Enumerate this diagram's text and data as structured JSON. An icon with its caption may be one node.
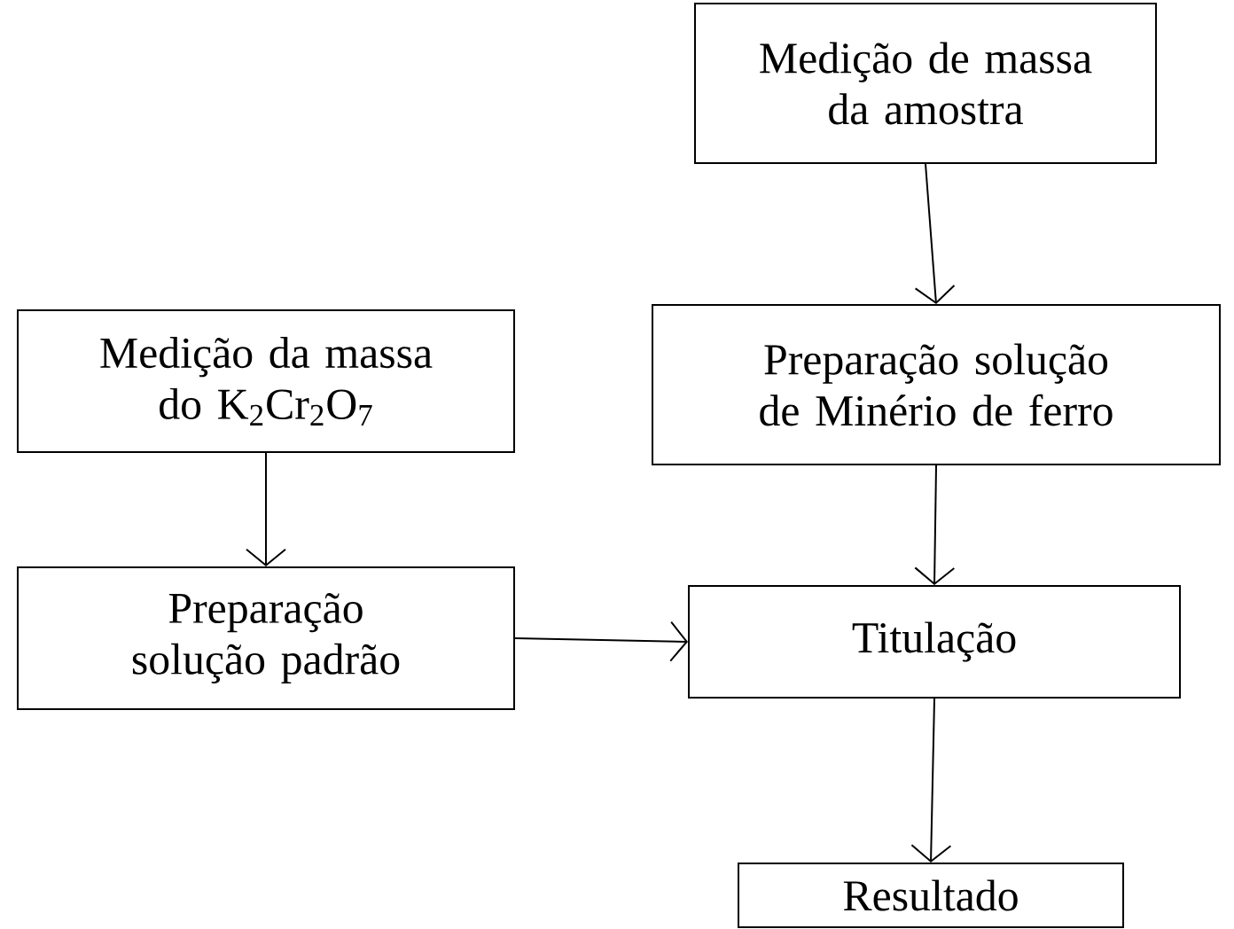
{
  "diagram": {
    "nodes": [
      {
        "text": [
          "Medição de massa da amostra"
        ]
      },
      {
        "text": [
          "Medição da massa do K$_{2}$Cr$_{2}$O$_{7}$"
        ]
      },
      {
        "text": [
          "Preparação solução de Minério de ferro"
        ]
      },
      {
        "text": [
          "Preparação solução padrão"
        ]
      },
      {
        "text": [
          "Titulação"
        ]
      },
      {
        "text": [
          "Resultado"
        ]
      }
    ],
    "edges": [
      {
        "from": 0,
        "to": 2,
        "arrow": "to"
      },
      {
        "from": 1,
        "to": 3,
        "arrow": "to"
      },
      {
        "from": 3,
        "to": 4,
        "arrow": "to"
      },
      {
        "from": 2,
        "to": 4,
        "arrow": "to"
      },
      {
        "from": 4,
        "to": 5,
        "arrow": "to"
      }
    ]
  }
}
